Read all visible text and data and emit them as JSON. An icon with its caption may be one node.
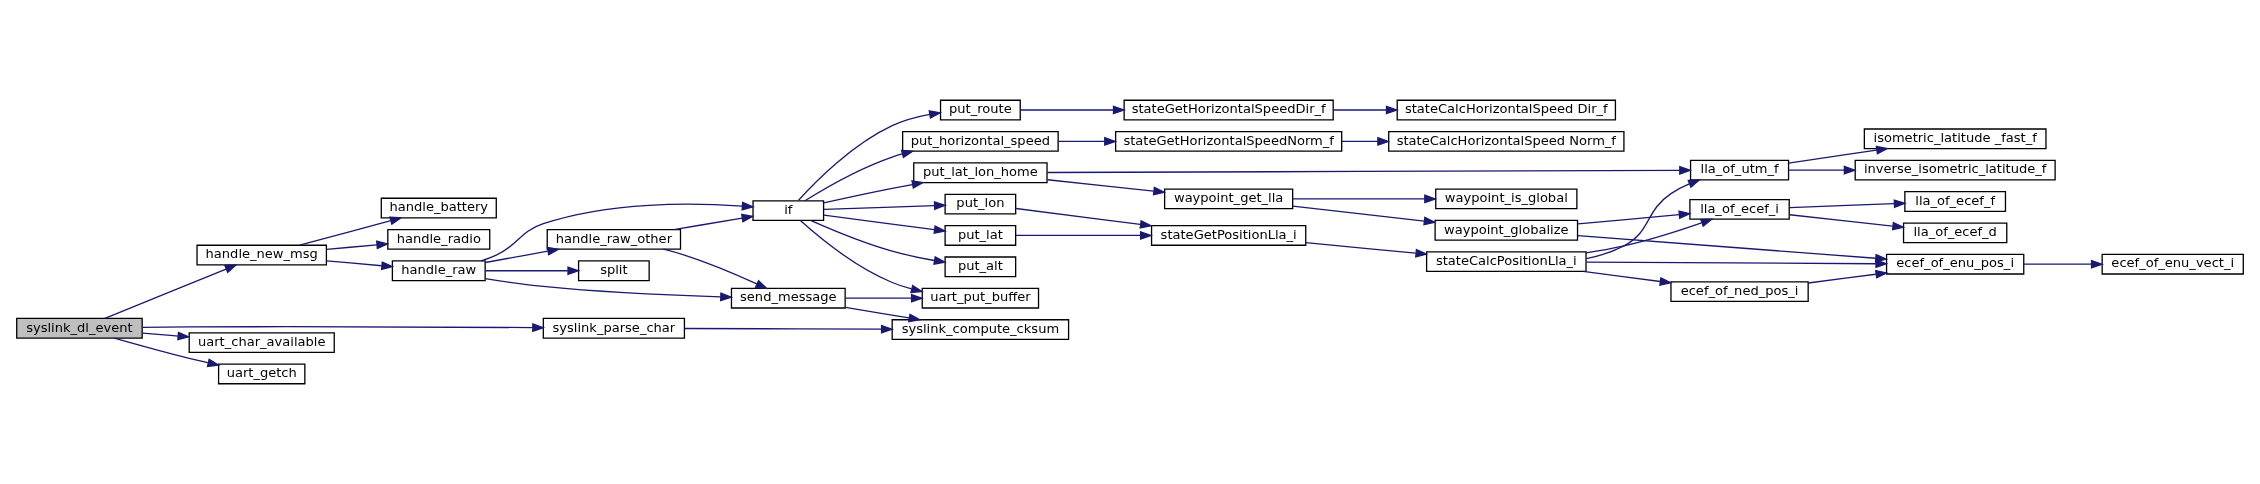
{
  "diagram": {
    "nodes": [
      {
        "text": [
          "syslink_dl_event"
        ]
      },
      {
        "text": [
          "handle_new_msg"
        ]
      },
      {
        "text": [
          "uart_char_available"
        ]
      },
      {
        "text": [
          "uart_getch"
        ]
      },
      {
        "text": [
          "handle_battery"
        ]
      },
      {
        "text": [
          "handle_radio"
        ]
      },
      {
        "text": [
          "handle_raw"
        ]
      },
      {
        "text": [
          "handle_raw_other"
        ]
      },
      {
        "text": [
          "split"
        ]
      },
      {
        "text": [
          "syslink_parse_char"
        ]
      },
      {
        "text": [
          "if"
        ]
      },
      {
        "text": [
          "send_message"
        ]
      },
      {
        "text": [
          "put_lon"
        ]
      },
      {
        "text": [
          "put_lat"
        ]
      },
      {
        "text": [
          "put_alt"
        ]
      },
      {
        "text": [
          "put_lat_lon_home"
        ]
      },
      {
        "text": [
          "put_route"
        ]
      },
      {
        "text": [
          "put_horizontal_speed"
        ]
      },
      {
        "text": [
          "uart_put_buffer"
        ]
      },
      {
        "text": [
          "syslink_compute_cksum"
        ]
      },
      {
        "text": [
          "stateGetPositionLla_i"
        ]
      },
      {
        "text": [
          "waypoint_get_lla"
        ]
      },
      {
        "text": [
          "stateGetHorizontalSpeedDir_f"
        ]
      },
      {
        "text": [
          "stateGetHorizontalSpeedNorm_f"
        ]
      },
      {
        "text": [
          "stateCalcPositionLla_i"
        ]
      },
      {
        "text": [
          "waypoint_is_global"
        ]
      },
      {
        "text": [
          "waypoint_globalize"
        ]
      },
      {
        "text": [
          "stateCalcHorizontalSpeed Dir_f"
        ]
      },
      {
        "text": [
          "stateCalcHorizontalSpeed Norm_f"
        ]
      },
      {
        "text": [
          "lla_of_utm_f"
        ]
      },
      {
        "text": [
          "lla_of_ecef_i"
        ]
      },
      {
        "text": [
          "ecef_of_ned_pos_i"
        ]
      },
      {
        "text": [
          "inverse_isometric_latitude_f"
        ]
      },
      {
        "text": [
          "isometric_latitude _fast_f"
        ]
      },
      {
        "text": [
          "lla_of_ecef_d"
        ]
      },
      {
        "text": [
          "lla_of_ecef_f"
        ]
      },
      {
        "text": [
          "ecef_of_enu_pos_i"
        ]
      },
      {
        "text": [
          "ecef_of_enu_vect_i"
        ]
      }
    ],
    "edges": [
      {
        "from": 0,
        "to": 1,
        "arrow": "to"
      },
      {
        "from": 0,
        "to": 2,
        "arrow": "to"
      },
      {
        "from": 0,
        "to": 3,
        "arrow": "to"
      },
      {
        "from": 0,
        "to": 9,
        "arrow": "to"
      },
      {
        "from": 1,
        "to": 4,
        "arrow": "to"
      },
      {
        "from": 1,
        "to": 5,
        "arrow": "to"
      },
      {
        "from": 1,
        "to": 6,
        "arrow": "to"
      },
      {
        "from": 6,
        "to": 10,
        "arrow": "to"
      },
      {
        "from": 6,
        "to": 7,
        "arrow": "to"
      },
      {
        "from": 6,
        "to": 8,
        "arrow": "to"
      },
      {
        "from": 6,
        "to": 11,
        "arrow": "to"
      },
      {
        "from": 7,
        "to": 10,
        "arrow": "to"
      },
      {
        "from": 7,
        "to": 11,
        "arrow": "to"
      },
      {
        "from": 9,
        "to": 19,
        "arrow": "to"
      },
      {
        "from": 10,
        "to": 12,
        "arrow": "to"
      },
      {
        "from": 10,
        "to": 13,
        "arrow": "to"
      },
      {
        "from": 10,
        "to": 14,
        "arrow": "to"
      },
      {
        "from": 10,
        "to": 15,
        "arrow": "to"
      },
      {
        "from": 10,
        "to": 16,
        "arrow": "to"
      },
      {
        "from": 10,
        "to": 17,
        "arrow": "to"
      },
      {
        "from": 10,
        "to": 18,
        "arrow": "to"
      },
      {
        "from": 11,
        "to": 18,
        "arrow": "to"
      },
      {
        "from": 11,
        "to": 19,
        "arrow": "to"
      },
      {
        "from": 12,
        "to": 20,
        "arrow": "to"
      },
      {
        "from": 13,
        "to": 20,
        "arrow": "to"
      },
      {
        "from": 15,
        "to": 29,
        "arrow": "to"
      },
      {
        "from": 15,
        "to": 21,
        "arrow": "to"
      },
      {
        "from": 16,
        "to": 22,
        "arrow": "to"
      },
      {
        "from": 17,
        "to": 23,
        "arrow": "to"
      },
      {
        "from": 20,
        "to": 24,
        "arrow": "to"
      },
      {
        "from": 21,
        "to": 25,
        "arrow": "to"
      },
      {
        "from": 21,
        "to": 26,
        "arrow": "to"
      },
      {
        "from": 22,
        "to": 27,
        "arrow": "to"
      },
      {
        "from": 23,
        "to": 28,
        "arrow": "to"
      },
      {
        "from": 24,
        "to": 29,
        "arrow": "to"
      },
      {
        "from": 24,
        "to": 30,
        "arrow": "to"
      },
      {
        "from": 24,
        "to": 31,
        "arrow": "to"
      },
      {
        "from": 24,
        "to": 36,
        "arrow": "to"
      },
      {
        "from": 26,
        "to": 30,
        "arrow": "to"
      },
      {
        "from": 26,
        "to": 36,
        "arrow": "to"
      },
      {
        "from": 29,
        "to": 32,
        "arrow": "to"
      },
      {
        "from": 29,
        "to": 33,
        "arrow": "to"
      },
      {
        "from": 30,
        "to": 34,
        "arrow": "to"
      },
      {
        "from": 30,
        "to": 35,
        "arrow": "to"
      },
      {
        "from": 31,
        "to": 36,
        "arrow": "to"
      },
      {
        "from": 36,
        "to": 37,
        "arrow": "to"
      }
    ]
  }
}
